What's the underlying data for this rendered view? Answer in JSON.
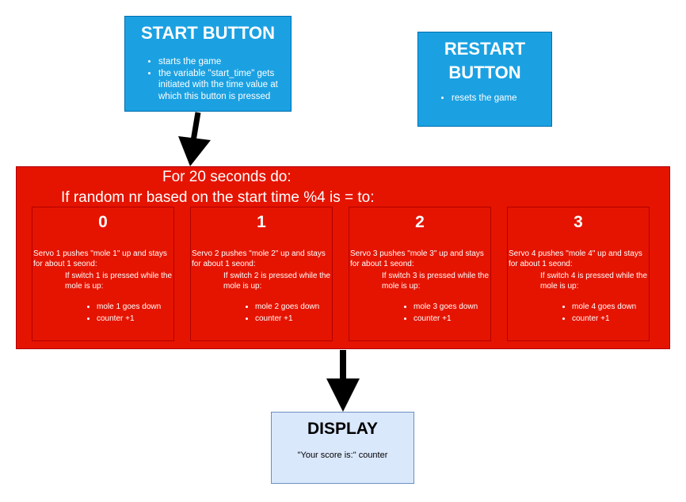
{
  "start": {
    "title": "START BUTTON",
    "bullets": [
      "starts the game",
      "the variable \"start_time\" gets initiated with the time value at which this button is pressed"
    ]
  },
  "restart": {
    "title_line1": "RESTART",
    "title_line2": "BUTTON",
    "bullets": [
      "resets the game"
    ]
  },
  "loop": {
    "line1": "For 20 seconds do:",
    "line2": "If random nr based on the start time %4 is = to:",
    "moles": [
      {
        "number": "0",
        "action": "Servo 1 pushes \"mole 1\" up and stays for about 1 seond:",
        "condition": "If switch 1 is pressed while the mole is up:",
        "results": [
          "mole 1 goes down",
          "counter +1"
        ]
      },
      {
        "number": "1",
        "action": "Servo 2 pushes \"mole 2\" up and stays for about 1 seond:",
        "condition": "If switch 2 is pressed while the mole is up:",
        "results": [
          "mole 2 goes down",
          "counter +1"
        ]
      },
      {
        "number": "2",
        "action": "Servo 3 pushes \"mole 3\" up and stays for about 1 seond:",
        "condition": "If switch 3 is pressed while the mole is up:",
        "results": [
          "mole 3 goes down",
          "counter +1"
        ]
      },
      {
        "number": "3",
        "action": "Servo 4 pushes \"mole 4\" up and stays for about 1 seond:",
        "condition": "If switch 4 is pressed while the mole is up:",
        "results": [
          "mole 4 goes down",
          "counter +1"
        ]
      }
    ]
  },
  "display": {
    "title": "DISPLAY",
    "text": "\"Your score is:\" counter"
  },
  "colors": {
    "blue_fill": "#1ba1e2",
    "red_fill": "#e51400",
    "light_blue_fill": "#dae8fc",
    "arrow": "#000000"
  }
}
